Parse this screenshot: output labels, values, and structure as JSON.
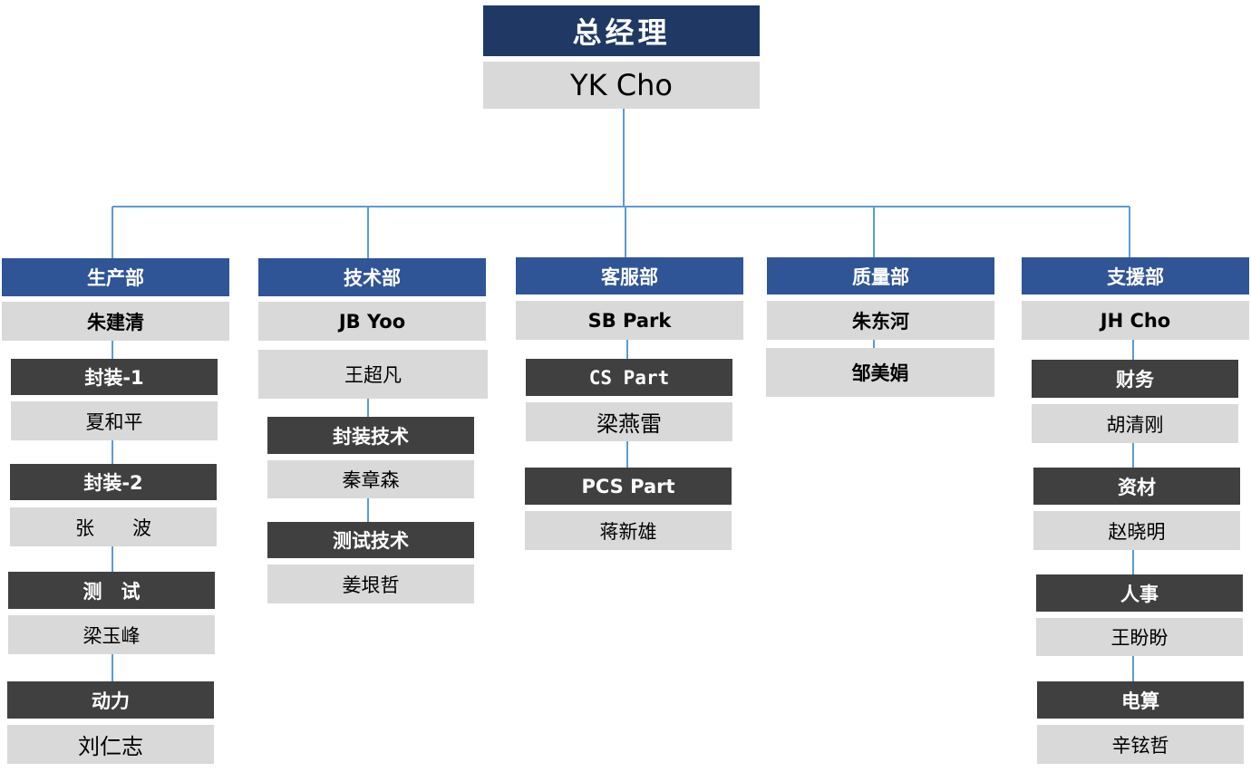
{
  "colors": {
    "ceo_header": "#203864",
    "dept_header": "#2f5597",
    "sub_header": "#404040",
    "name_box": "#d9d9d9",
    "connector": "#5b9bd5"
  },
  "ceo": {
    "title": "总经理",
    "name": "YK Cho"
  },
  "departments": [
    {
      "name": "生产部",
      "head": "朱建清",
      "units": [
        {
          "title": "封装-1",
          "person": "夏和平"
        },
        {
          "title": "封装-2",
          "person": "张　　波"
        },
        {
          "title": "测　试",
          "person": "梁玉峰"
        },
        {
          "title": "动力",
          "person": "刘仁志"
        }
      ]
    },
    {
      "name": "技术部",
      "head": "JB Yoo",
      "deputy": "王超凡",
      "units": [
        {
          "title": "封装技术",
          "person": "秦章森"
        },
        {
          "title": "测试技术",
          "person": "姜垠哲"
        }
      ]
    },
    {
      "name": "客服部",
      "head": "SB Park",
      "units": [
        {
          "title": "CS Part",
          "person": "梁燕雷"
        },
        {
          "title": "PCS Part",
          "person": "蒋新雄"
        }
      ]
    },
    {
      "name": "质量部",
      "head": "朱东河",
      "deputy": "邹美娟"
    },
    {
      "name": "支援部",
      "head": "JH Cho",
      "units": [
        {
          "title": "财务",
          "person": "胡清刚"
        },
        {
          "title": "资材",
          "person": "赵晓明"
        },
        {
          "title": "人事",
          "person": "王盼盼"
        },
        {
          "title": "电算",
          "person": "辛铉哲"
        }
      ]
    }
  ]
}
